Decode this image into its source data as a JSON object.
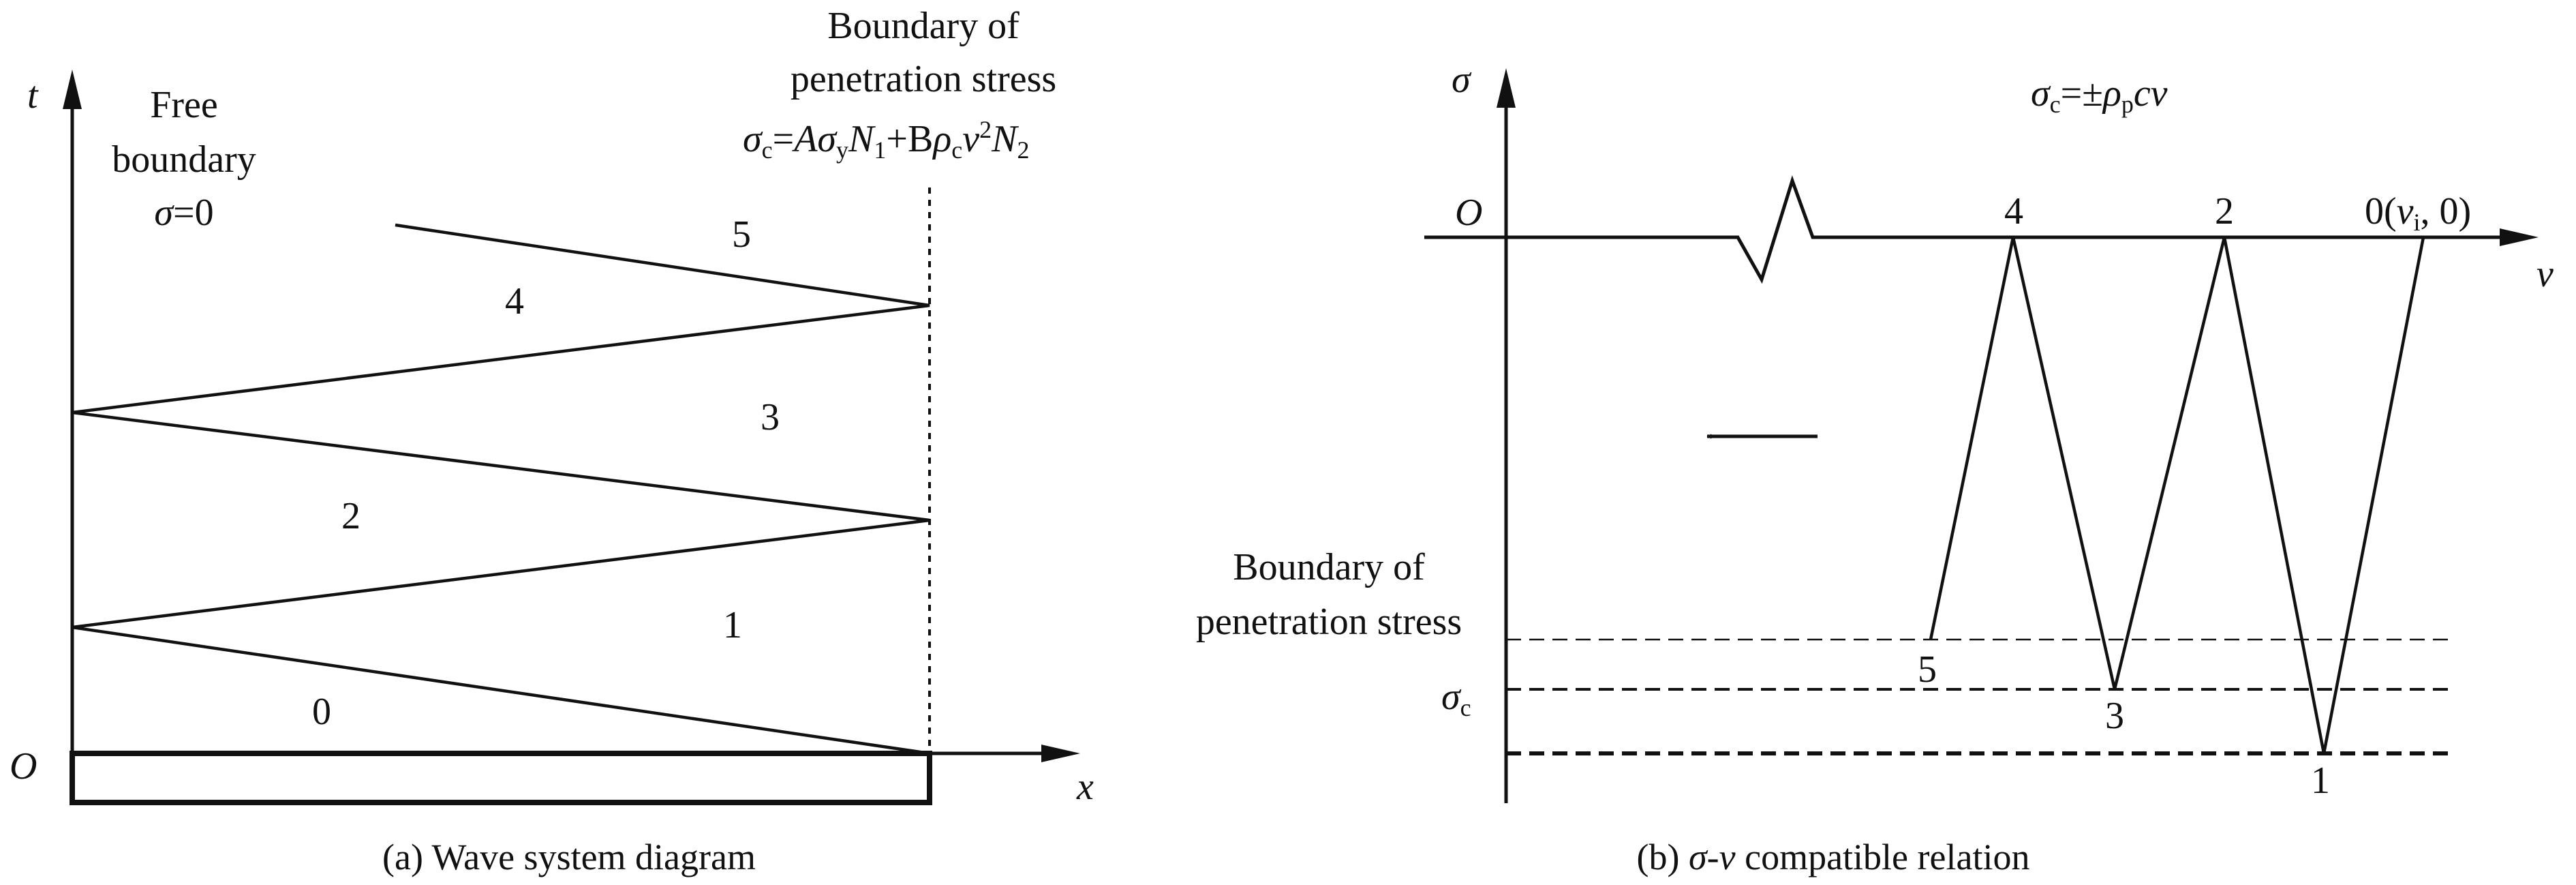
{
  "panel_a": {
    "caption": "(a) Wave system diagram",
    "axis_t": "t",
    "axis_x": "x",
    "origin": "O",
    "free_boundary_line1": "Free",
    "free_boundary_line2": "boundary",
    "free_boundary_eq_sym": "σ",
    "free_boundary_eq_val": "=0",
    "pen_boundary_line1": "Boundary of",
    "pen_boundary_line2": "penetration stress",
    "formula": {
      "sigma": "σ",
      "sub_c": "c",
      "eq": "=",
      "A": "A",
      "sigma2": "σ",
      "sub_y": "y",
      "N": "N",
      "sub_1": "1",
      "plus": "+B",
      "rho": "ρ",
      "sub_c2": "c",
      "v": "v",
      "sup_2": "2",
      "N2": "N",
      "sub_2": "2"
    },
    "regions": [
      "0",
      "1",
      "2",
      "3",
      "4",
      "5"
    ]
  },
  "panel_b": {
    "caption_prefix": "(b) ",
    "caption_sigma": "σ",
    "caption_dash": "-",
    "caption_v": "v",
    "caption_suffix": " compatible relation",
    "axis_sigma": "σ",
    "axis_v": "v",
    "origin": "O",
    "eq": {
      "sigma": "σ",
      "sub_c": "c",
      "eq": "=±",
      "rho": "ρ",
      "sub_p": "p",
      "cv": "cv"
    },
    "point_zero": "0(",
    "point_vi": "v",
    "point_vi_sub": "i",
    "point_tail": ", 0)",
    "pen_boundary_line1": "Boundary of",
    "pen_boundary_line2": "penetration stress",
    "sigma_c_sym": "σ",
    "sigma_c_sub": "c",
    "points": [
      "1",
      "2",
      "3",
      "4",
      "5"
    ]
  }
}
